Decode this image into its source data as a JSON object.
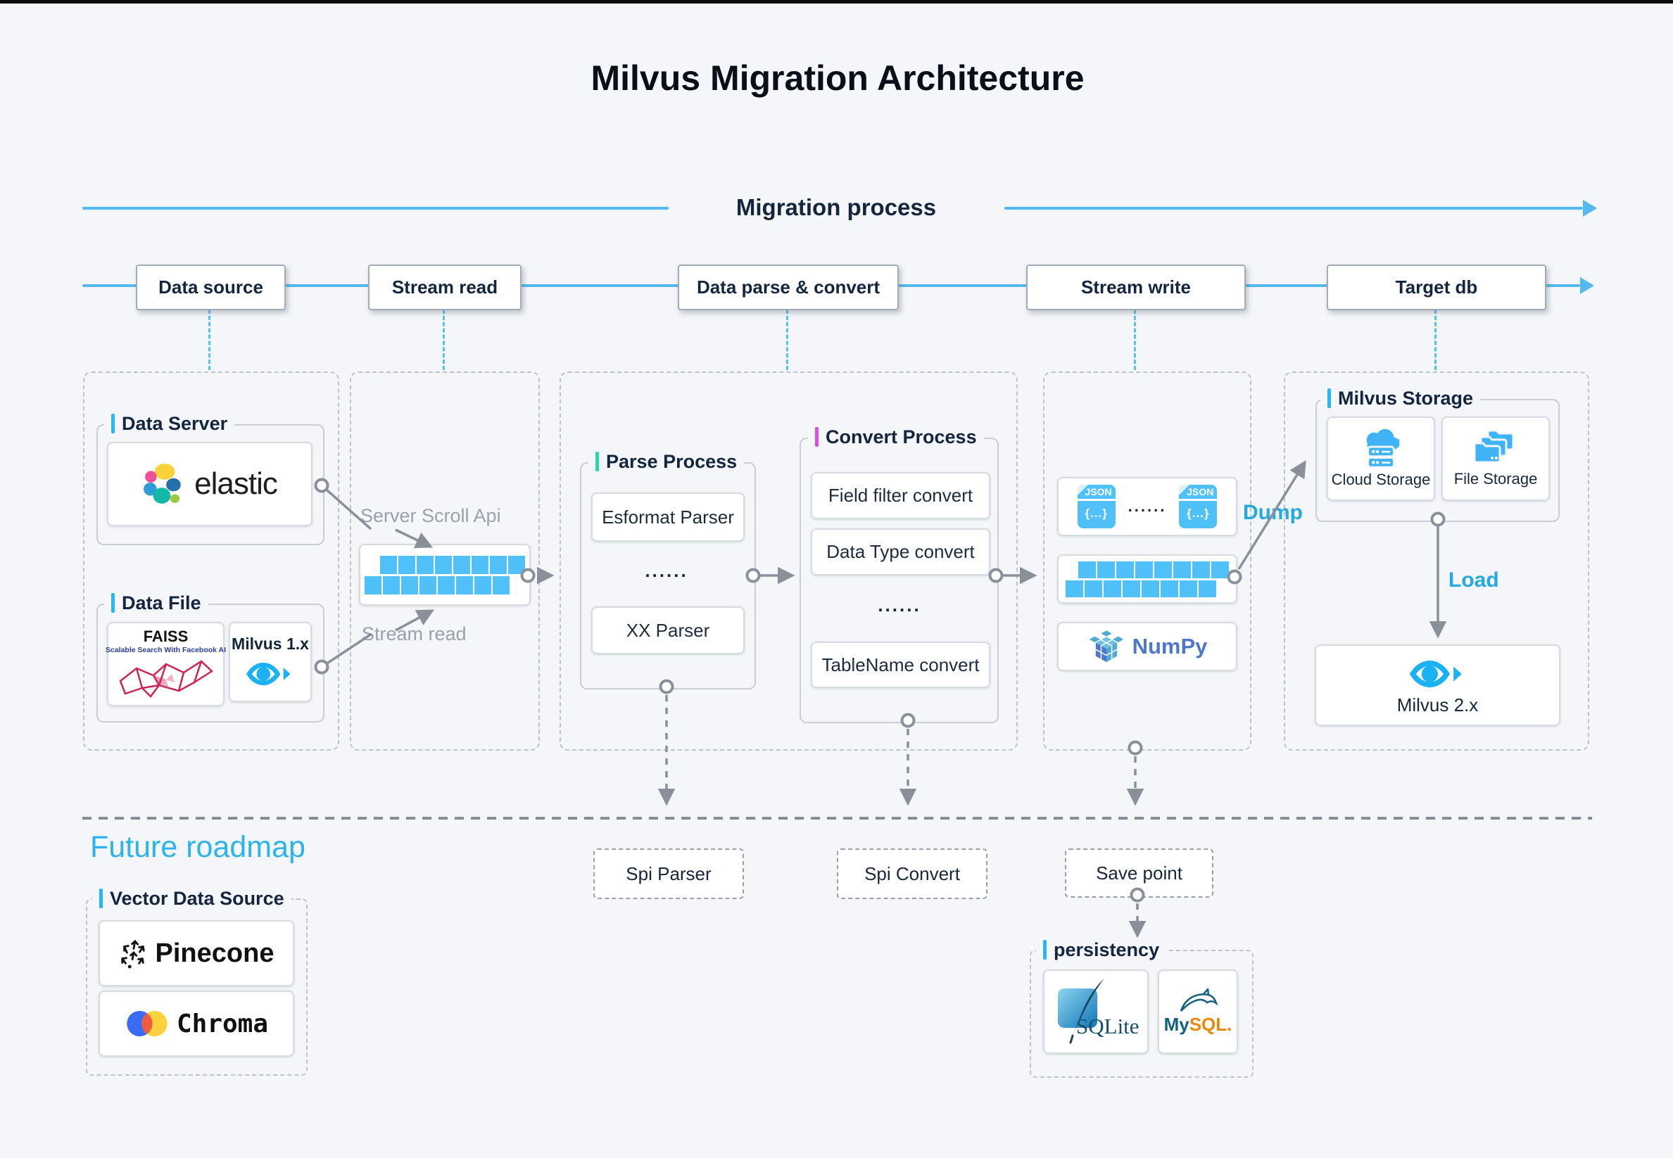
{
  "title": "Milvus Migration Architecture",
  "process_header": {
    "label": "Migration process"
  },
  "stages": [
    {
      "label": "Data source"
    },
    {
      "label": "Stream read"
    },
    {
      "label": "Data parse & convert"
    },
    {
      "label": "Stream write"
    },
    {
      "label": "Target db"
    }
  ],
  "data_source_column": {
    "data_server": {
      "label": "Data Server",
      "elastic_label": "elastic"
    },
    "data_file": {
      "label": "Data File",
      "faiss": {
        "name": "FAISS",
        "subtitle": "Scalable Search With Facebook AI"
      },
      "milvus1": {
        "name": "Milvus 1.x"
      }
    }
  },
  "stream_read_column": {
    "server_scroll_api_label": "Server Scroll Api",
    "stream_read_label": "Stream read"
  },
  "parse_column": {
    "parse_process": {
      "label": "Parse Process",
      "items": [
        "Esformat Parser",
        "......",
        "XX Parser"
      ]
    },
    "convert_process": {
      "label": "Convert Process",
      "items": [
        "Field filter convert",
        "Data Type convert",
        "......",
        "TableName convert"
      ]
    }
  },
  "stream_write_column": {
    "json_files": {
      "file_type_label": "JSON",
      "file_body_label": "{...}",
      "dots": "......"
    },
    "numpy_label": "NumPy",
    "dump_label": "Dump"
  },
  "target_column": {
    "milvus_storage": {
      "label": "Milvus Storage",
      "cloud_storage_label": "Cloud Storage",
      "file_storage_label": "File Storage"
    },
    "load_label": "Load",
    "milvus2_label": "Milvus 2.x"
  },
  "future_roadmap": {
    "title": "Future roadmap",
    "vector_data_source": {
      "label": "Vector Data Source",
      "pinecone_label": "Pinecone",
      "chroma_label": "Chroma"
    },
    "spi_parser_label": "Spi Parser",
    "spi_convert_label": "Spi Convert",
    "save_point_label": "Save point",
    "persistency": {
      "label": "persistency",
      "sqlite_label": "SQLite",
      "mysql": {
        "part1": "My",
        "part2": "SQL."
      }
    }
  },
  "colors": {
    "accent_blue": "#29b6f6",
    "flow_blue": "#54b9ec",
    "bar_blue": "#4fc0f8",
    "teal_marker": "#2dd4b0",
    "magenta_marker": "#d94fe8",
    "gray_line": "#8a9099"
  }
}
